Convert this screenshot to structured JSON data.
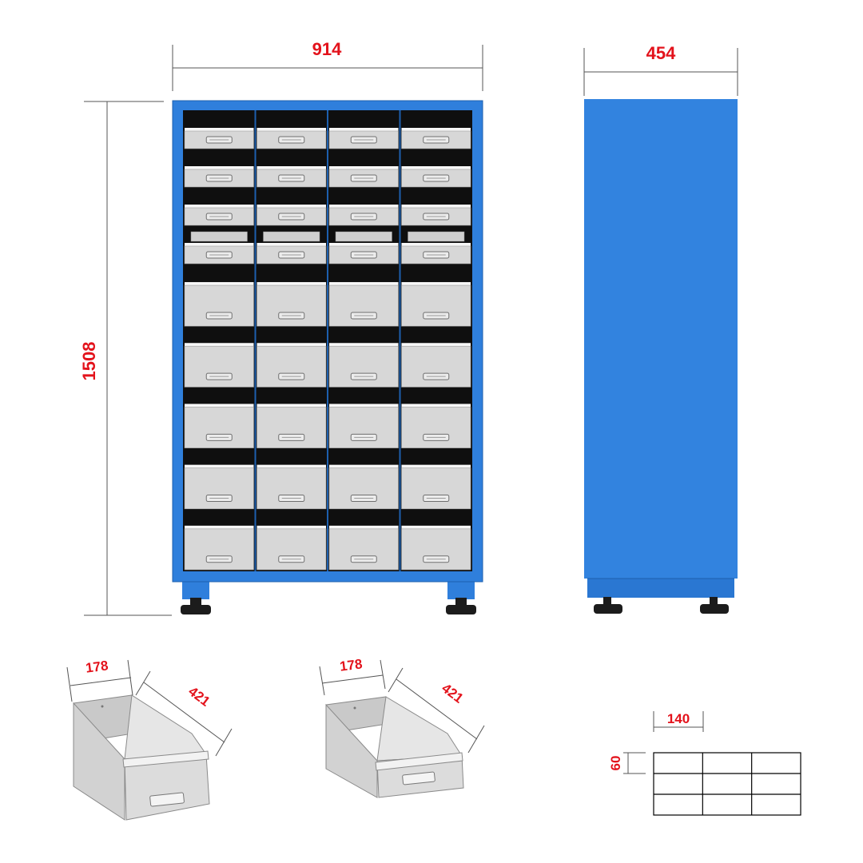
{
  "dimensions": {
    "cabinet_width": "914",
    "cabinet_height": "1508",
    "cabinet_depth": "454",
    "large_bin_width": "178",
    "large_bin_depth": "421",
    "small_bin_width": "178",
    "small_bin_depth": "421",
    "divider_cell_width": "140",
    "divider_cell_height": "60"
  },
  "cabinet": {
    "columns": 4,
    "small_bin_rows": 4,
    "large_bin_rows": 5,
    "divider_grid_columns": 3,
    "divider_grid_rows": 3
  },
  "colors": {
    "cabinet_blue": "#2f7fdc",
    "cabinet_blue_dark": "#1d5fae",
    "bin_gray": "#d5d5d5",
    "dimension_red": "#e3121b",
    "dimension_line": "#555555"
  }
}
